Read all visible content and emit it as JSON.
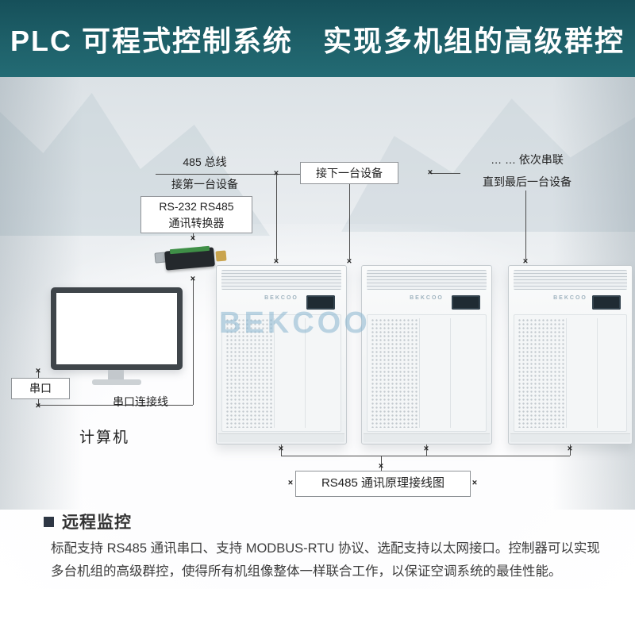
{
  "header": {
    "title": "PLC 可程式控制系统　实现多机组的高级群控"
  },
  "diagram": {
    "bus_label_line1": "485 总线",
    "bus_label_line2": "接第一台设备",
    "converter_label_line1": "RS-232 RS485",
    "converter_label_line2": "通讯转换器",
    "next_device_label": "接下一台设备",
    "chain_label_line1": "… … 依次串联",
    "chain_label_line2": "直到最后一台设备",
    "serial_port_label": "串口",
    "serial_cable_label": "串口连接线",
    "computer_label": "计算机",
    "bottom_box_label": "RS485 通讯原理接线图",
    "watermark": "BEKCOO",
    "junction_mark": "×"
  },
  "footer": {
    "heading": "远程监控",
    "paragraph": "标配支持 RS485 通讯串口、支持 MODBUS-RTU 协议、选配支持以太网接口。控制器可以实现多台机组的高级群控，使得所有机组像整体一样联合工作，以保证空调系统的最佳性能。"
  },
  "colors": {
    "header_bg": "#1e6069",
    "line": "#4c4c4c",
    "watermark": "#8fb9d2"
  }
}
